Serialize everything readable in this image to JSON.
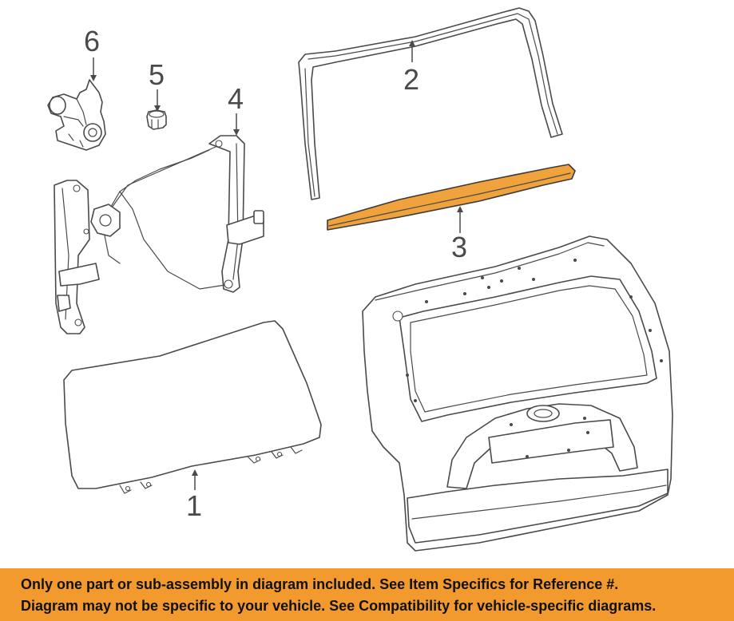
{
  "callouts": {
    "c1": "1",
    "c2": "2",
    "c3": "3",
    "c4": "4",
    "c5": "5",
    "c6": "6"
  },
  "colors": {
    "highlight": "#f0a23c",
    "banner_background": "#f29a2e",
    "line_art": "#4a4a4a"
  },
  "banner": {
    "line1": "Only one part or sub-assembly in diagram included. See Item Specifics for Reference #.",
    "line2": "Diagram may not be specific to your vehicle. See Compatibility for vehicle-specific diagrams."
  }
}
